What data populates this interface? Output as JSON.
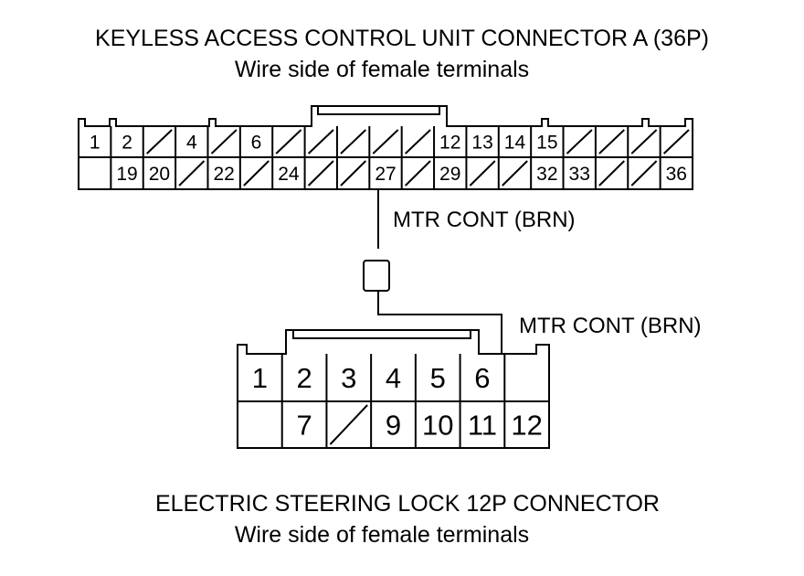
{
  "top_connector": {
    "title": "KEYLESS ACCESS CONTROL UNIT CONNECTOR A (36P)",
    "subtitle": "Wire side of female terminals",
    "row1": [
      "1",
      "2",
      "",
      "4",
      "",
      "6",
      "",
      "",
      "",
      "",
      "",
      "12",
      "13",
      "14",
      "15",
      "",
      "",
      "",
      ""
    ],
    "row2": [
      "",
      "19",
      "20",
      "",
      "22",
      "",
      "24",
      "",
      "",
      "27",
      "",
      "29",
      "",
      "",
      "32",
      "33",
      "",
      "",
      "36"
    ]
  },
  "wire_label_upper": "MTR CONT (BRN)",
  "wire_label_lower": "MTR CONT (BRN)",
  "bottom_connector": {
    "title": "ELECTRIC STEERING LOCK 12P CONNECTOR",
    "subtitle": "Wire side of female terminals",
    "row1": [
      "1",
      "2",
      "3",
      "4",
      "5",
      "6",
      ""
    ],
    "row2": [
      "",
      "7",
      "",
      "9",
      "10",
      "11",
      "12"
    ]
  },
  "colors": {
    "line": "#000000",
    "background": "#ffffff"
  }
}
